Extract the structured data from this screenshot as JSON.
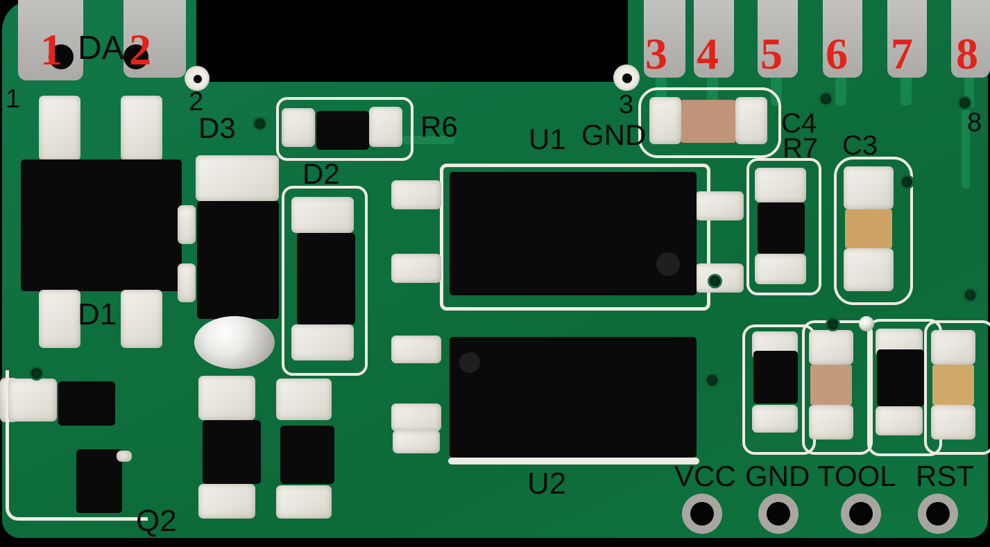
{
  "meta": {
    "description": "Annotated close-up photo of a green PCB radio/MCU module with labeled components and numbered castellated pins"
  },
  "colors": {
    "background": "#000000",
    "board_green": "#0e6f3e",
    "pad_gray": "#b5b3b0",
    "solder_white": "#ece9e1",
    "component_black": "#0a0a0a",
    "capacitor_tan": "#c49a7d",
    "capacitor_yellow": "#d0a96a",
    "pin_red": "#e2231a",
    "label_black": "#0b0b0b"
  },
  "pins": {
    "p1": "1",
    "p2": "2",
    "p3": "3",
    "p4": "4",
    "p5": "5",
    "p6": "6",
    "p7": "7",
    "p8": "8"
  },
  "labels": {
    "da": "DA",
    "pad1": "1",
    "pad2": "2",
    "pad3": "3",
    "pad8": "8",
    "d1": "D1",
    "d2": "D2",
    "d3": "D3",
    "q2": "Q2",
    "r6": "R6",
    "r7": "R7",
    "c3": "C3",
    "c4": "C4",
    "u1": "U1",
    "u2": "U2",
    "gnd_top": "GND",
    "vcc": "VCC",
    "gnd_bottom": "GND",
    "tool": "TOOL",
    "rst": "RST"
  }
}
